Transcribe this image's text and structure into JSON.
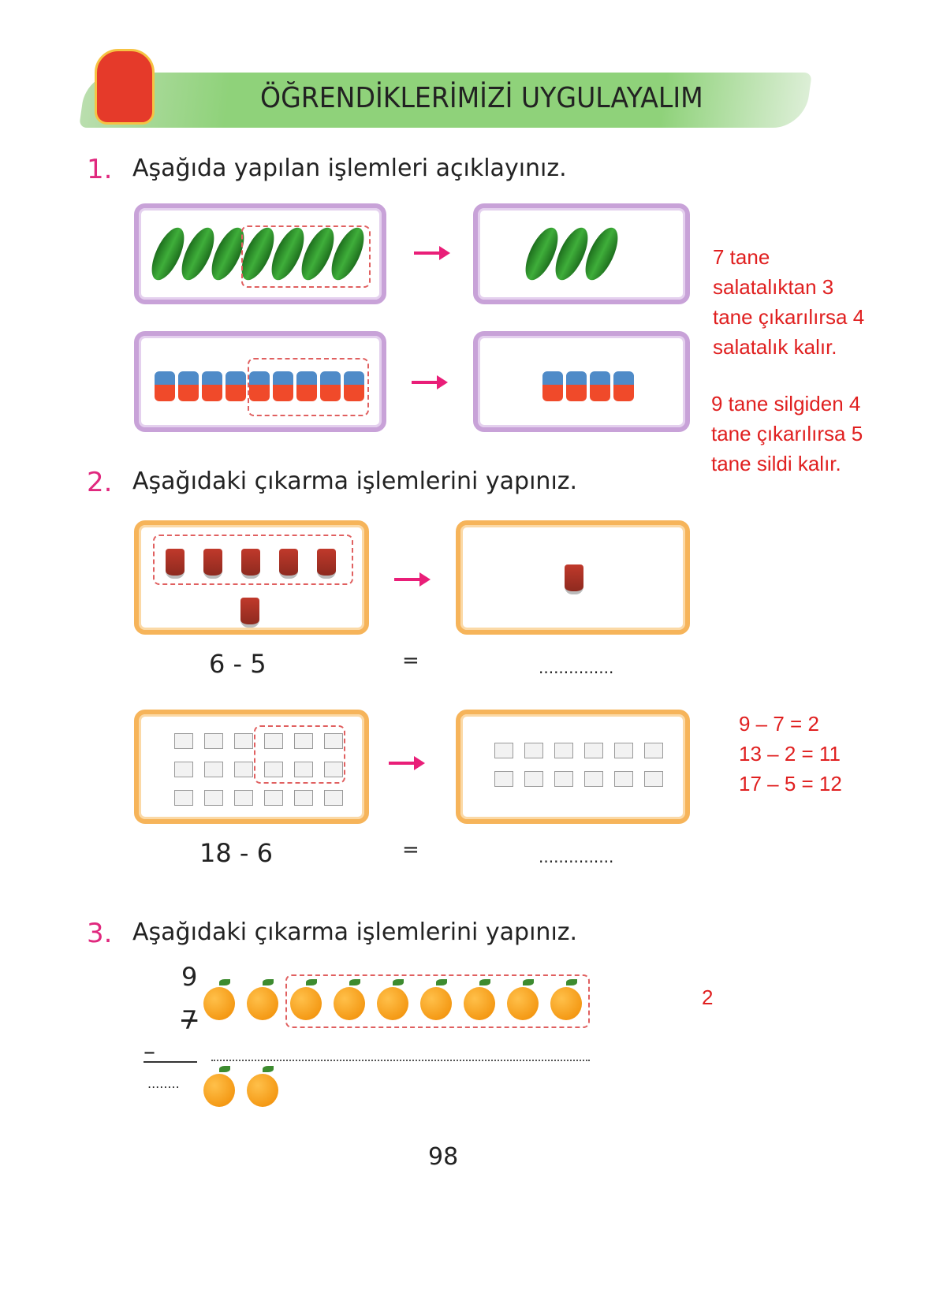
{
  "header": {
    "title": "ÖĞRENDİKLERİMİZİ UYGULAYALIM",
    "mascot_icon": "backpack-mascot-icon"
  },
  "q1": {
    "number": "1.",
    "text": "Aşağıda yapılan işlemleri açıklayınız.",
    "row1": {
      "before": 7,
      "removed": 4,
      "after": 3
    },
    "row2": {
      "before": 9,
      "removed": 5,
      "after": 4
    },
    "answer1": [
      "7 tane",
      "salatalıktan 3",
      "tane çıkarılırsa 4",
      "salatalık kalır."
    ],
    "answer2": [
      "9 tane silgiden 4",
      "tane çıkarılırsa 5",
      "tane sildi kalır."
    ]
  },
  "q2": {
    "number": "2.",
    "text": "Aşağıdaki çıkarma işlemlerini yapınız.",
    "ex1": {
      "expr": "6 - 5",
      "eq": "=",
      "blank": "...............",
      "before": 6,
      "removed": 5,
      "after": 1
    },
    "ex2": {
      "expr": "18 - 6",
      "eq": "=",
      "blank": "...............",
      "before": 18,
      "removed": 6,
      "after": 12
    },
    "answers": [
      "9 – 7 = 2",
      "13 – 2 = 11",
      "17 – 5 = 12"
    ]
  },
  "q3": {
    "number": "3.",
    "text": "Aşağıdaki çıkarma işlemlerini yapınız.",
    "top": "9",
    "sub": "7",
    "minus": "–",
    "result_blank": "........",
    "oranges": 9,
    "removed": 7,
    "remaining": 2,
    "answer": "2"
  },
  "page_number": "98"
}
